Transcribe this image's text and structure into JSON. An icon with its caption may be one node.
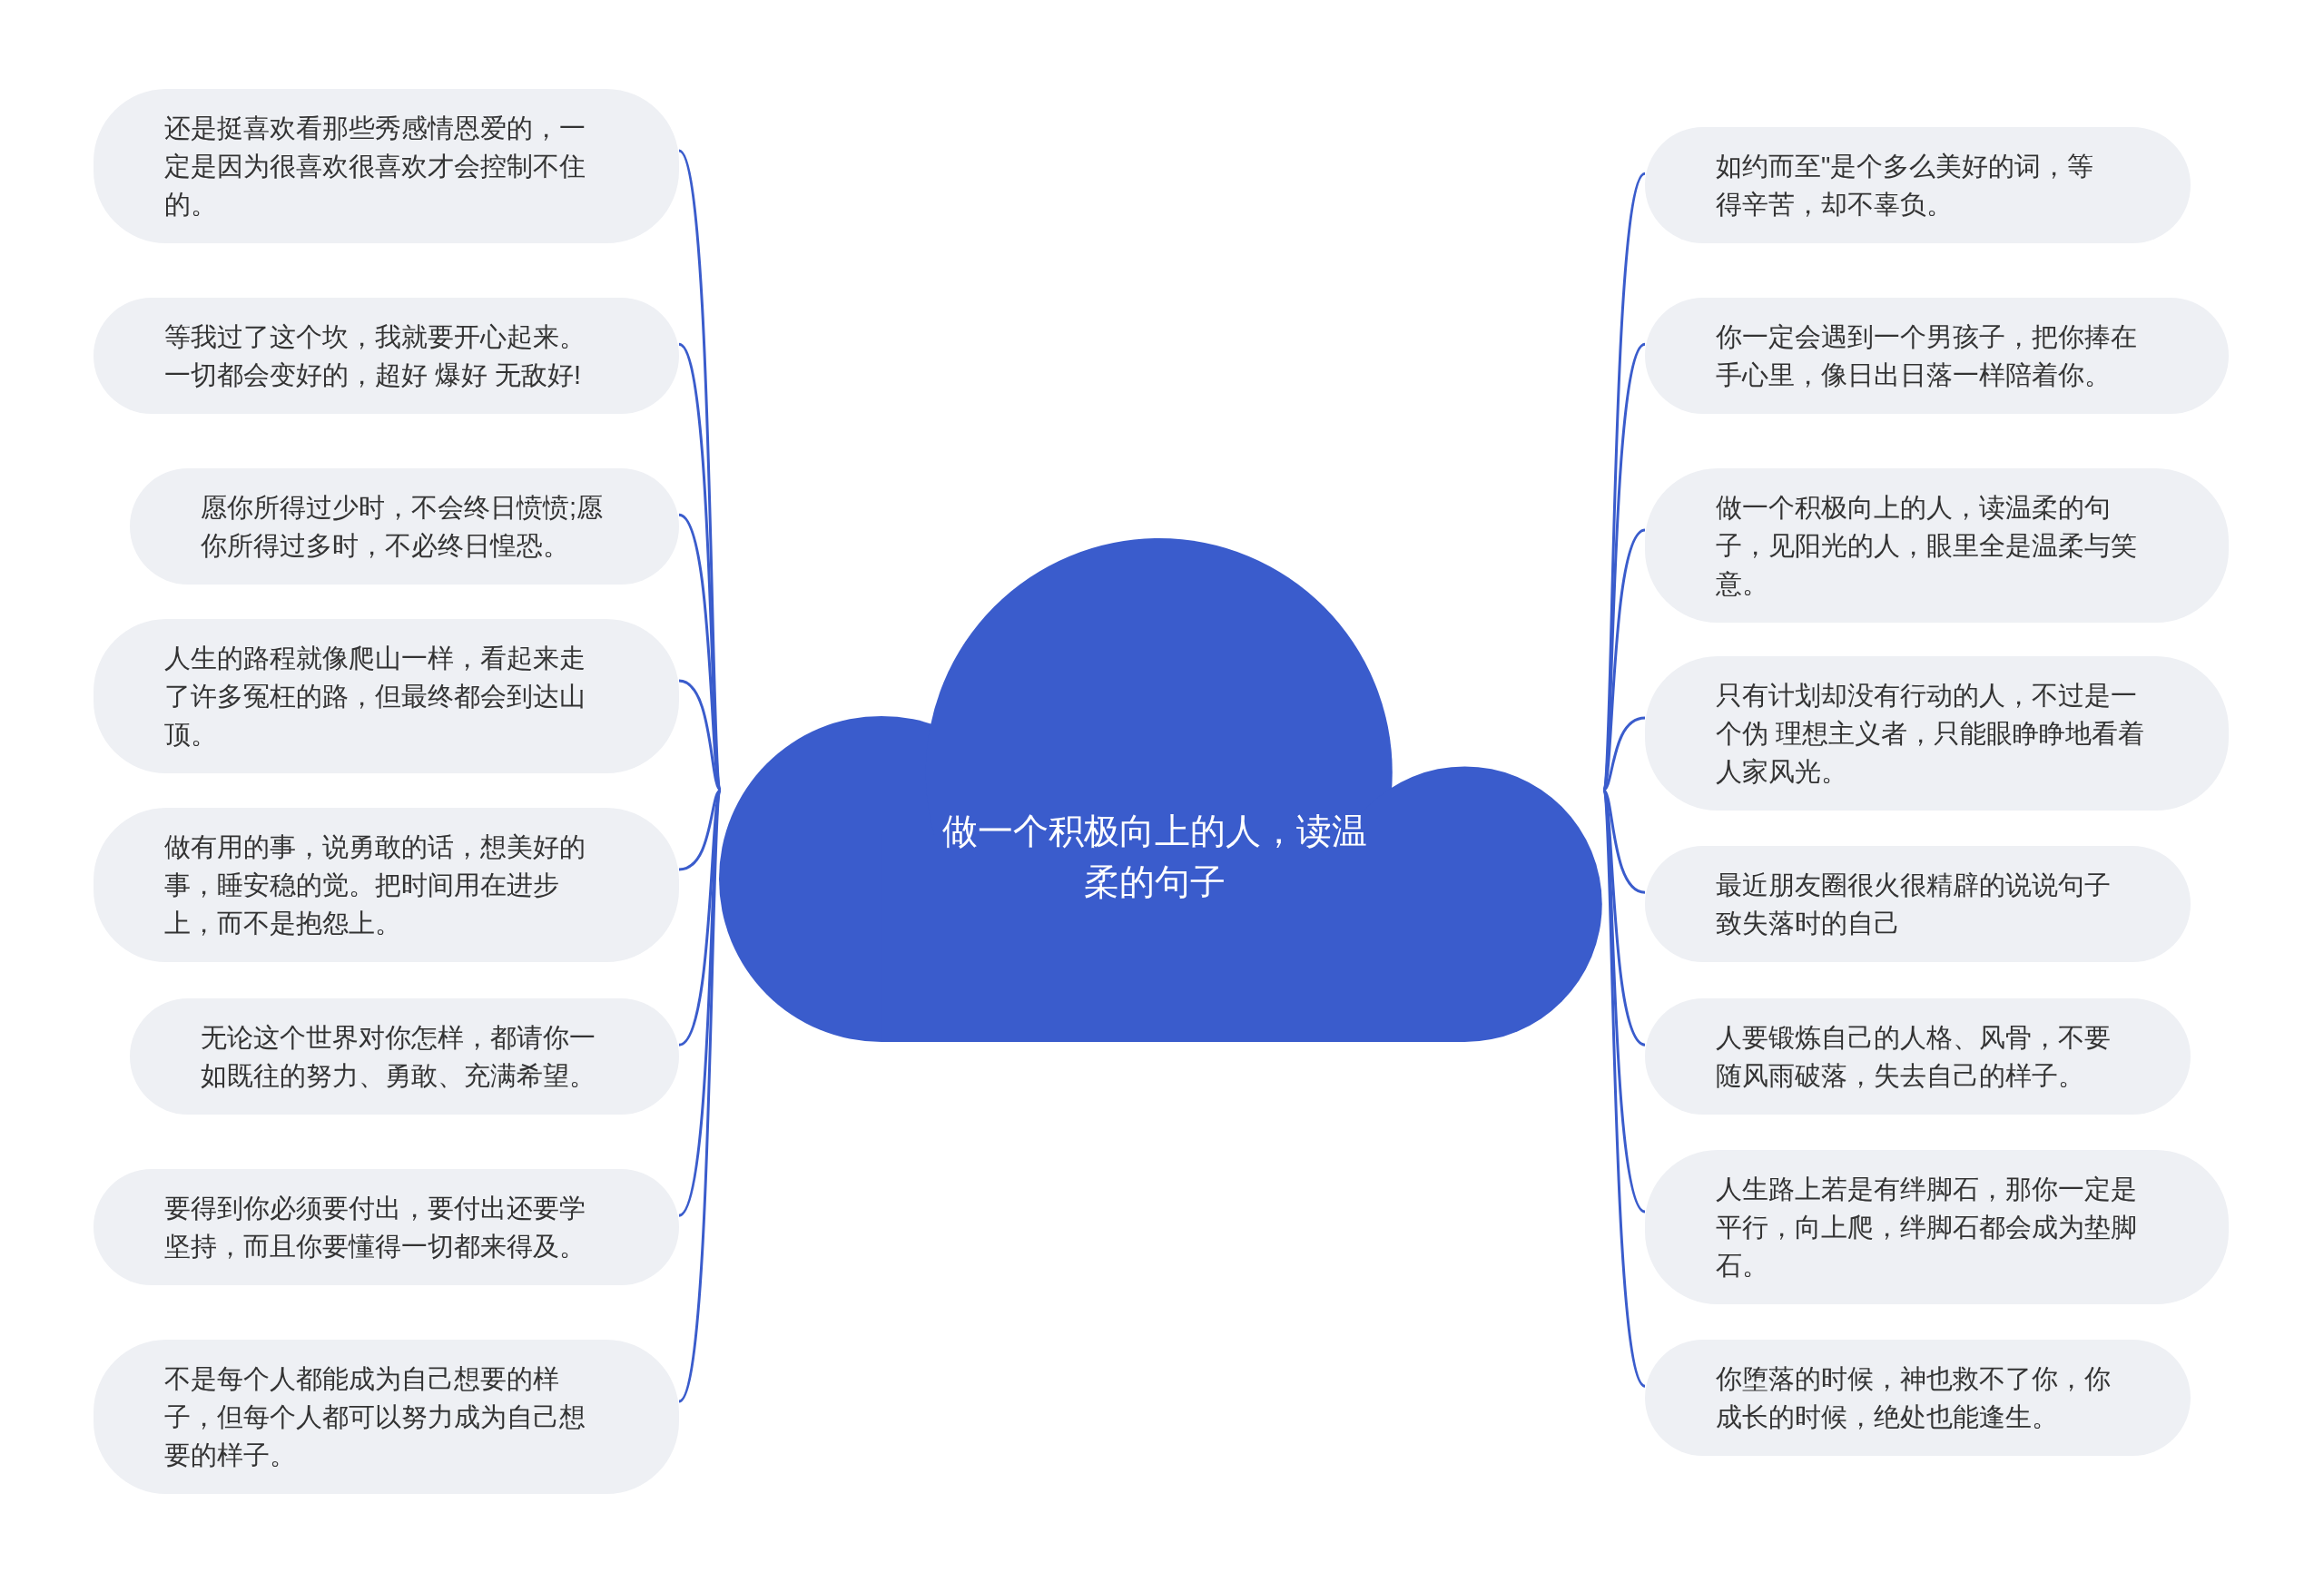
{
  "diagram": {
    "nodes": [
      {
        "text": [
          "做一个积极向上的人，读温柔的句子"
        ]
      },
      {
        "text": [
          "还是挺喜欢看那些秀感情恩爱的，一定是因为很喜欢很喜欢才会控制不住的。"
        ]
      },
      {
        "text": [
          "等我过了这个坎，我就要开心起来。一切都会变好的，超好 爆好 无敌好!"
        ]
      },
      {
        "text": [
          "愿你所得过少时，不会终日愤愤;愿你所得过多时，不必终日惶恐。"
        ]
      },
      {
        "text": [
          "人生的路程就像爬山一样，看起来走了许多冤枉的路，但最终都会到达山顶。"
        ]
      },
      {
        "text": [
          "做有用的事，说勇敢的话，想美好的事，睡安稳的觉。把时间用在进步上，而不是抱怨上。"
        ]
      },
      {
        "text": [
          "无论这个世界对你怎样，都请你一如既往的努力、勇敢、充满希望。"
        ]
      },
      {
        "text": [
          "要得到你必须要付出，要付出还要学坚持，而且你要懂得一切都来得及。"
        ]
      },
      {
        "text": [
          "不是每个人都能成为自己想要的样子，但每个人都可以努力成为自己想要的样子。"
        ]
      },
      {
        "text": [
          "如约而至\"是个多么美好的词，等得辛苦，却不辜负。"
        ]
      },
      {
        "text": [
          "你一定会遇到一个男孩子，把你捧在手心里，像日出日落一样陪着你。"
        ]
      },
      {
        "text": [
          "做一个积极向上的人，读温柔的句子，见阳光的人，眼里全是温柔与笑意。"
        ]
      },
      {
        "text": [
          "只有计划却没有行动的人，不过是一个伪 理想主义者，只能眼睁睁地看着人家风光。"
        ]
      },
      {
        "text": [
          "最近朋友圈很火很精辟的说说句子致失落时的自己"
        ]
      },
      {
        "text": [
          "人要锻炼自己的人格、风骨，不要随风雨破落，失去自己的样子。"
        ]
      },
      {
        "text": [
          "人生路上若是有绊脚石，那你一定是平行，向上爬，绊脚石都会成为垫脚石。"
        ]
      },
      {
        "text": [
          "你堕落的时候，神也救不了你，你成长的时候，绝处也能逢生。"
        ]
      }
    ],
    "edges": [
      {
        "from": 0,
        "to": 1,
        "arrow": "none"
      },
      {
        "from": 0,
        "to": 2,
        "arrow": "none"
      },
      {
        "from": 0,
        "to": 3,
        "arrow": "none"
      },
      {
        "from": 0,
        "to": 4,
        "arrow": "none"
      },
      {
        "from": 0,
        "to": 5,
        "arrow": "none"
      },
      {
        "from": 0,
        "to": 6,
        "arrow": "none"
      },
      {
        "from": 0,
        "to": 7,
        "arrow": "none"
      },
      {
        "from": 0,
        "to": 8,
        "arrow": "none"
      },
      {
        "from": 0,
        "to": 9,
        "arrow": "none"
      },
      {
        "from": 0,
        "to": 10,
        "arrow": "none"
      },
      {
        "from": 0,
        "to": 11,
        "arrow": "none"
      },
      {
        "from": 0,
        "to": 12,
        "arrow": "none"
      },
      {
        "from": 0,
        "to": 13,
        "arrow": "none"
      },
      {
        "from": 0,
        "to": 14,
        "arrow": "none"
      },
      {
        "from": 0,
        "to": 15,
        "arrow": "none"
      },
      {
        "from": 0,
        "to": 16,
        "arrow": "none"
      }
    ]
  }
}
